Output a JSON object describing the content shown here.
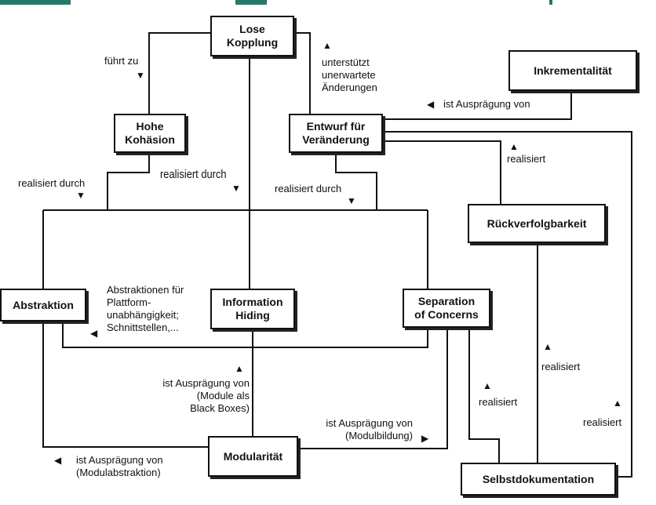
{
  "nodes": {
    "lose_kopplung": "Lose\nKopplung",
    "inkrementalitaet": "Inkrementalität",
    "hohe_kohaesion": "Hohe\nKohäsion",
    "entwurf": "Entwurf für\nVeränderung",
    "rueckverfolgbarkeit": "Rückverfolgbarkeit",
    "abstraktion": "Abstraktion",
    "information_hiding": "Information\nHiding",
    "separation": "Separation\nof Concerns",
    "modularitaet": "Modularität",
    "selbstdokumentation": "Selbstdokumentation"
  },
  "labels": {
    "fuehrt_zu": "führt zu",
    "unterstuetzt": "unterstützt\nunerwartete\nÄnderungen",
    "ist_auspraegung_inkr": "ist Ausprägung von",
    "realisiert_rv": "realisiert",
    "realisiert_durch_left": "realisiert durch",
    "realisiert_durch_mid": "realisiert durch",
    "realisiert_durch_right": "realisiert durch",
    "abstraktionen": "Abstraktionen für\nPlattform-\nunabhängigkeit;\nSchnittstellen,...",
    "ist_auspraegung_ih": "ist Ausprägung von\n(Module als\nBlack Boxes)",
    "ist_auspraegung_soc": "ist Ausprägung von\n(Modulbildung)",
    "ist_auspraegung_abs": "ist Ausprägung von\n(Modulabstraktion)",
    "realisiert_1": "realisiert",
    "realisiert_2": "realisiert",
    "realisiert_3": "realisiert"
  },
  "icons": {
    "up": "▲",
    "down": "▼",
    "left": "◀",
    "right": "▶"
  }
}
